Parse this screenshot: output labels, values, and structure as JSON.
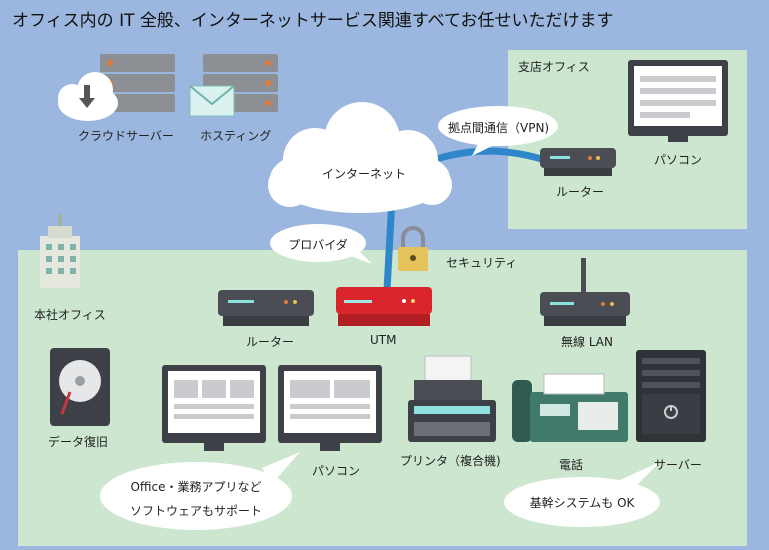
{
  "title": "オフィス内の IT 全般、インターネットサービス関連すべてお任せいただけます",
  "colors": {
    "background": "#9bb7e0",
    "office_area": "#cce6cf",
    "cable": "#2f86c8",
    "utm_red": "#d9252b",
    "device_dark": "#4a4d53"
  },
  "labels": {
    "cloud_server": "クラウドサーバー",
    "hosting": "ホスティング",
    "internet": "インターネット",
    "branch_office": "支店オフィス",
    "vpn_bubble": "拠点間通信（VPN)",
    "branch_router": "ルーター",
    "branch_pc": "パソコン",
    "provider_bubble": "プロバイダ",
    "security": "セキュリティ",
    "hq_office": "本社オフィス",
    "router": "ルーター",
    "utm": "UTM",
    "wireless_lan": "無線 LAN",
    "data_recovery": "データ復旧",
    "pc": "パソコン",
    "printer": "プリンタ（複合機)",
    "phone": "電話",
    "server": "サーバー",
    "office_bubble_line1": "Office・業務アプリなど",
    "office_bubble_line2": "ソフトウェアもサポート",
    "core_bubble": "基幹システムも OK"
  },
  "icons": [
    "cloud-download-icon",
    "server-rack-icon",
    "mail-icon",
    "router-icon",
    "monitor-icon",
    "padlock-icon",
    "office-building-icon",
    "hard-disk-icon",
    "printer-icon",
    "telephone-icon",
    "tower-server-icon",
    "wifi-router-icon"
  ]
}
